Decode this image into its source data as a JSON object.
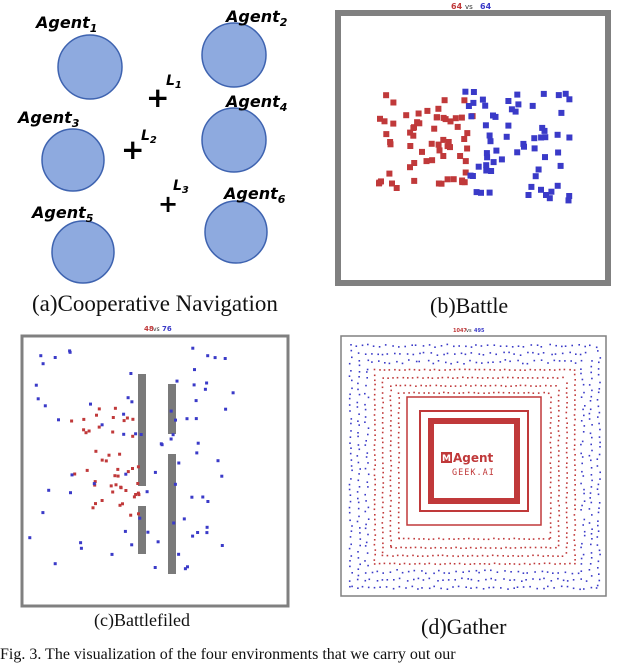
{
  "panel_a": {
    "caption": "(a)Cooperative Navigation",
    "agents": [
      "Agent1",
      "Agent2",
      "Agent3",
      "Agent4",
      "Agent5",
      "Agent6"
    ],
    "landmarks": [
      "L1",
      "L2",
      "L3"
    ]
  },
  "panel_b": {
    "caption": "(b)Battle",
    "score_red": "64",
    "score_vs": "vs",
    "score_blue": "64"
  },
  "panel_c": {
    "caption": "(c)Battlefiled",
    "score_red": "48",
    "score_vs": "vs",
    "score_blue": "76"
  },
  "panel_d": {
    "caption": "(d)Gather",
    "score_red": "1047",
    "score_vs": "vs",
    "score_blue": "495",
    "logo_text_top": "MAgent",
    "logo_text_bottom": "GEEK.AI"
  },
  "figure_caption": "Fig. 3.   The visualization of the four environments that we carry out our",
  "colors": {
    "agent_fill": "#8eaadf",
    "agent_stroke": "#3e63b0",
    "red": "#c0393a",
    "blue": "#3a3ac8",
    "frame": "#808080"
  }
}
